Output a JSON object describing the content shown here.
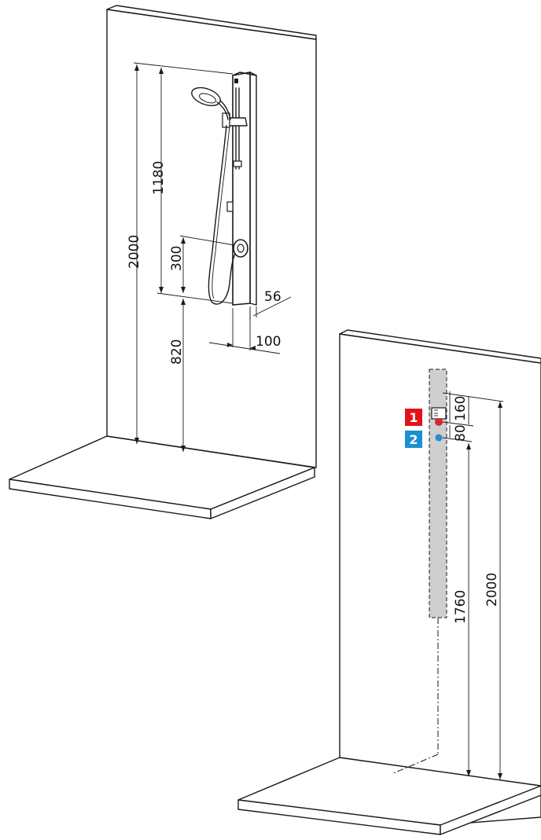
{
  "colors": {
    "hot": "#e3121b",
    "cold": "#1c8fd1",
    "hot_dot": "#d7262c",
    "cold_dot": "#2a8ccc",
    "zone": "#cfcfcf"
  },
  "view_installed": {
    "dim_overall": "2000",
    "dim_slide_rail": "1180",
    "dim_outlet": "300",
    "dim_floor_to_panel": "820",
    "dim_depth": "56",
    "dim_width": "100"
  },
  "view_rough_in": {
    "badge_hot": "1",
    "badge_cold": "2",
    "dim_supply_top": "160",
    "dim_supply_spacing": "80",
    "dim_supply_height": "1760",
    "dim_overall": "2000"
  }
}
